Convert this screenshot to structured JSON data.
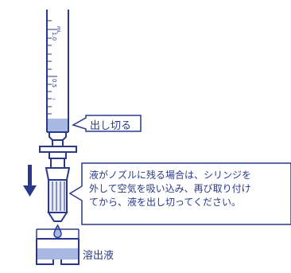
{
  "syringe": {
    "scale_unit": "mL",
    "scale_top": "1.0",
    "scale_mid": "0.5"
  },
  "labels": {
    "dispense_fully": "出し切る",
    "eluate": "溶出液",
    "residual_note": "液がノズルに残る場合は、シリンジを\n外して空気を吸い込み、再び取り付け\nてから、液を出し切ってください。"
  },
  "colors": {
    "outline": "#2a3a8a",
    "liquid": "#a9b7e3",
    "cartridge_fill": "#e9ecf7",
    "arrow": "#2a3a8a"
  }
}
